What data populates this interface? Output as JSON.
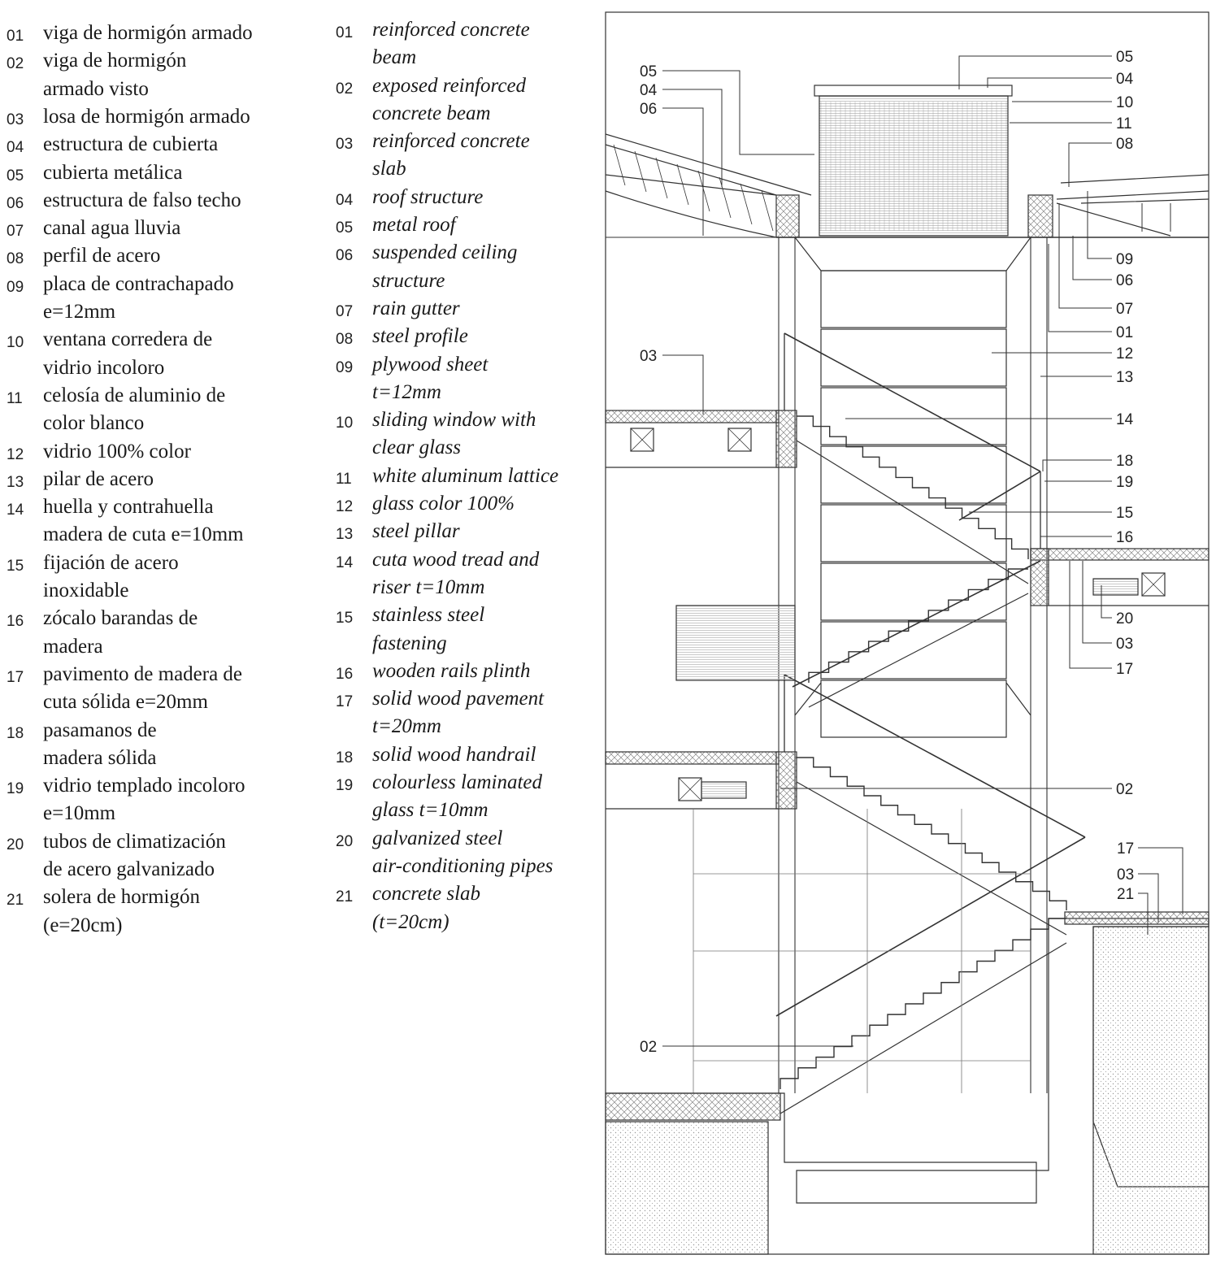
{
  "legend_es": [
    {
      "num": "01",
      "lines": [
        "viga de hormigón armado"
      ]
    },
    {
      "num": "02",
      "lines": [
        "viga de hormigón",
        "armado visto"
      ]
    },
    {
      "num": "03",
      "lines": [
        "losa de hormigón armado"
      ]
    },
    {
      "num": "04",
      "lines": [
        "estructura de cubierta"
      ]
    },
    {
      "num": "05",
      "lines": [
        "cubierta metálica"
      ]
    },
    {
      "num": "06",
      "lines": [
        "estructura de falso techo"
      ]
    },
    {
      "num": "07",
      "lines": [
        "canal agua lluvia"
      ]
    },
    {
      "num": "08",
      "lines": [
        "perfil de acero"
      ]
    },
    {
      "num": "09",
      "lines": [
        "placa de contrachapado",
        "e=12mm"
      ]
    },
    {
      "num": "10",
      "lines": [
        "ventana corredera de",
        "vidrio incoloro"
      ]
    },
    {
      "num": "11",
      "lines": [
        "celosía de aluminio de",
        "color blanco"
      ]
    },
    {
      "num": "12",
      "lines": [
        "vidrio 100% color"
      ]
    },
    {
      "num": "13",
      "lines": [
        "pilar de acero"
      ]
    },
    {
      "num": "14",
      "lines": [
        "huella y contrahuella",
        "madera de cuta e=10mm"
      ]
    },
    {
      "num": "15",
      "lines": [
        "fijación de acero",
        "inoxidable"
      ]
    },
    {
      "num": "16",
      "lines": [
        "zócalo barandas de",
        "madera"
      ]
    },
    {
      "num": "17",
      "lines": [
        "pavimento de madera de",
        "cuta sólida e=20mm"
      ]
    },
    {
      "num": "18",
      "lines": [
        "pasamanos de",
        "madera sólida"
      ]
    },
    {
      "num": "19",
      "lines": [
        "vidrio templado incoloro",
        "e=10mm"
      ]
    },
    {
      "num": "20",
      "lines": [
        "tubos de climatización",
        "de acero galvanizado"
      ]
    },
    {
      "num": "21",
      "lines": [
        "solera de hormigón",
        "(e=20cm)"
      ]
    }
  ],
  "legend_en": [
    {
      "num": "01",
      "lines": [
        "reinforced concrete",
        "beam"
      ]
    },
    {
      "num": "02",
      "lines": [
        "exposed reinforced",
        "concrete beam"
      ]
    },
    {
      "num": "03",
      "lines": [
        "reinforced concrete",
        "slab"
      ]
    },
    {
      "num": "04",
      "lines": [
        "roof structure"
      ]
    },
    {
      "num": "05",
      "lines": [
        "metal roof"
      ]
    },
    {
      "num": "06",
      "lines": [
        "suspended ceiling",
        "structure"
      ]
    },
    {
      "num": "07",
      "lines": [
        "rain gutter"
      ]
    },
    {
      "num": "08",
      "lines": [
        "steel profile"
      ]
    },
    {
      "num": "09",
      "lines": [
        "plywood sheet",
        "t=12mm"
      ]
    },
    {
      "num": "10",
      "lines": [
        "sliding window with",
        "clear glass"
      ]
    },
    {
      "num": "11",
      "lines": [
        "white aluminum lattice"
      ]
    },
    {
      "num": "12",
      "lines": [
        "glass color 100%"
      ]
    },
    {
      "num": "13",
      "lines": [
        "steel pillar"
      ]
    },
    {
      "num": "14",
      "lines": [
        "cuta wood tread and",
        "riser t=10mm"
      ]
    },
    {
      "num": "15",
      "lines": [
        "stainless steel",
        "fastening"
      ]
    },
    {
      "num": "16",
      "lines": [
        "wooden rails plinth"
      ]
    },
    {
      "num": "17",
      "lines": [
        "solid wood pavement",
        "t=20mm"
      ]
    },
    {
      "num": "18",
      "lines": [
        "solid wood handrail"
      ]
    },
    {
      "num": "19",
      "lines": [
        "colourless laminated",
        "glass t=10mm"
      ]
    },
    {
      "num": "20",
      "lines": [
        "galvanized steel",
        "air-conditioning pipes"
      ]
    },
    {
      "num": "21",
      "lines": [
        "concrete slab",
        "(t=20cm)"
      ]
    }
  ],
  "drawing": {
    "labels_right": [
      "05",
      "04",
      "10",
      "11",
      "08",
      "09",
      "06",
      "07",
      "01",
      "12",
      "13",
      "14",
      "18",
      "19",
      "15",
      "16",
      "20",
      "03",
      "17",
      "02",
      "17",
      "03",
      "21"
    ],
    "labels_left": [
      "05",
      "04",
      "06",
      "03",
      "02"
    ]
  }
}
